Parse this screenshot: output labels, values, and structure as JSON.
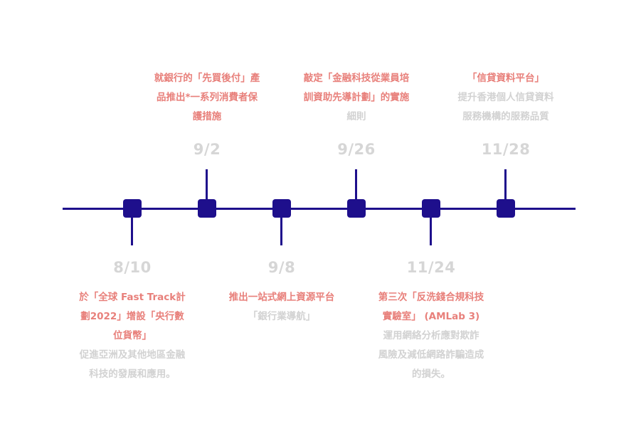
{
  "colors": {
    "axis": "#1e0f8c",
    "highlight": "#e8807b",
    "muted": "#d2d2d2",
    "date": "#d6d6d6"
  },
  "events": [
    {
      "date": "8/10",
      "lines": [
        {
          "text": "於「全球 Fast Track計",
          "tone": "red"
        },
        {
          "text": "劃2022」增設「央行數",
          "tone": "red"
        },
        {
          "text": "位貨幣」",
          "tone": "red"
        },
        {
          "text": "促進亞洲及其他地區金融",
          "tone": "gray"
        },
        {
          "text": "科技的發展和應用。",
          "tone": "gray"
        }
      ]
    },
    {
      "date": "9/2",
      "lines": [
        {
          "text": "就銀行的「先買後付」產",
          "tone": "red"
        },
        {
          "text": "品推出*一系列消費者保",
          "tone": "red"
        },
        {
          "text": "護措施",
          "tone": "red"
        }
      ]
    },
    {
      "date": "9/8",
      "lines": [
        {
          "text": "推出一站式網上資源平台",
          "tone": "red"
        },
        {
          "text": "「銀行業導航」",
          "tone": "gray"
        }
      ]
    },
    {
      "date": "9/26",
      "lines": [
        {
          "text": "敲定「金融科技從業員培",
          "tone": "red"
        },
        {
          "text": "訓資助先導計劃」的實施",
          "tone": "red"
        },
        {
          "text": "細則",
          "tone": "gray"
        }
      ]
    },
    {
      "date": "11/24",
      "lines": [
        {
          "text": "第三次「反洗錢合規科技",
          "tone": "red"
        },
        {
          "text": "實驗室」 (AMLab 3)",
          "tone": "red"
        },
        {
          "text": "運用網絡分析應對欺詐",
          "tone": "gray"
        },
        {
          "text": "風險及減低網路詐騙造成",
          "tone": "gray"
        },
        {
          "text": "的損失。",
          "tone": "gray"
        }
      ]
    },
    {
      "date": "11/28",
      "lines": [
        {
          "text": "「信貸資料平台」",
          "tone": "red"
        },
        {
          "text": "提升香港個人信貸資料",
          "tone": "gray"
        },
        {
          "text": "服務機構的服務品質",
          "tone": "gray"
        }
      ]
    }
  ]
}
